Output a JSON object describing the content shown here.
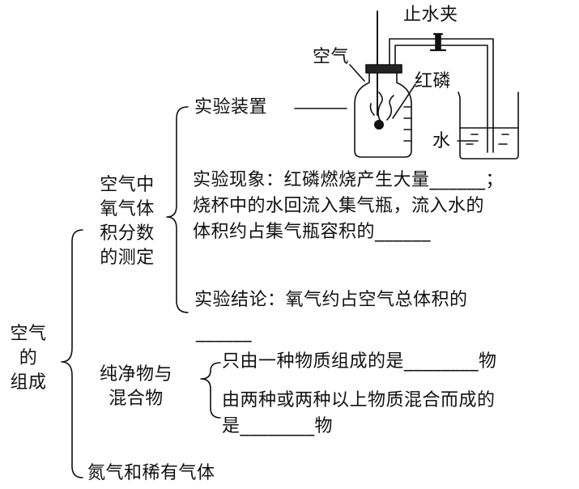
{
  "root": {
    "lines": [
      "空气",
      "的",
      "组成"
    ]
  },
  "sections": {
    "oxygen_measurement": {
      "title_lines": [
        "空气中",
        "氧气体",
        "积分数",
        "的测定"
      ],
      "apparatus_label": "实验装置",
      "phenomenon_lines": [
        "实验现象：红磷燃烧产生大量______；",
        "烧杯中的水回流入集气瓶，流入水的",
        "体积约占集气瓶容积的______"
      ],
      "conclusion_lines": [
        "实验结论：氧气约占空气总体积的",
        "______"
      ]
    },
    "pure_vs_mixture": {
      "title_lines": [
        "纯净物与",
        "混合物"
      ],
      "pure_line": "只由一种物质组成的是________物",
      "mixture_lines": [
        "由两种或两种以上物质混合而成的",
        "是________物"
      ]
    },
    "nitrogen": {
      "label": "氮气和稀有气体"
    }
  },
  "apparatus": {
    "stop_clamp": "止水夹",
    "air": "空气",
    "red_phosphorus": "红磷",
    "water": "水"
  }
}
